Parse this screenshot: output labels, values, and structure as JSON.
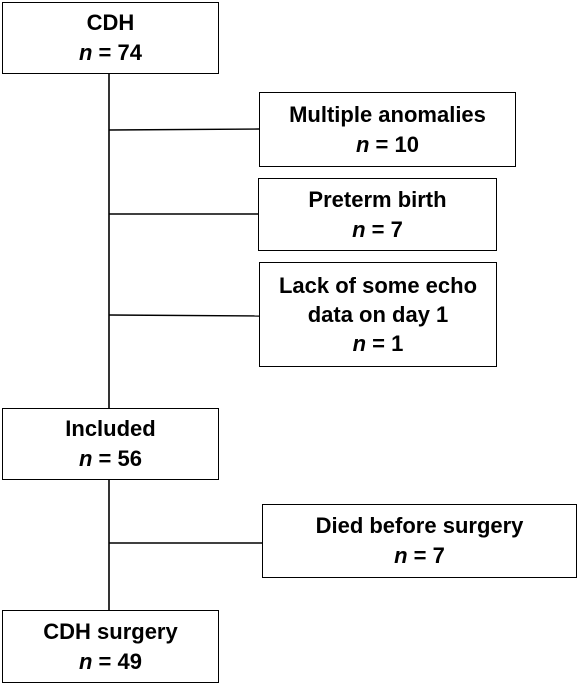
{
  "flowchart": {
    "boxes": {
      "cdh": {
        "lines": [
          "CDH"
        ],
        "n_label": "n",
        "n_value": "74"
      },
      "multiple": {
        "lines": [
          "Multiple anomalies"
        ],
        "n_label": "n",
        "n_value": "10"
      },
      "preterm": {
        "lines": [
          "Preterm birth"
        ],
        "n_label": "n",
        "n_value": "7"
      },
      "echo": {
        "lines": [
          "Lack of some echo",
          "data on day 1"
        ],
        "n_label": "n",
        "n_value": "1"
      },
      "included": {
        "lines": [
          "Included"
        ],
        "n_label": "n",
        "n_value": "56"
      },
      "died": {
        "lines": [
          "Died before surgery"
        ],
        "n_label": "n",
        "n_value": "7"
      },
      "surgery": {
        "lines": [
          "CDH surgery"
        ],
        "n_label": "n",
        "n_value": "49"
      }
    },
    "equals_sign": " = "
  }
}
